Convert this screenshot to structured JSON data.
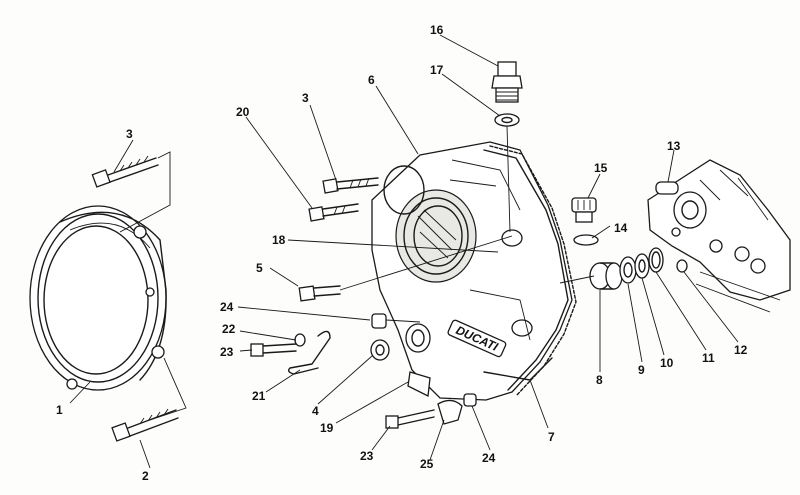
{
  "diagram": {
    "callouts": [
      {
        "id": "c1",
        "text": "1"
      },
      {
        "id": "c2",
        "text": "2"
      },
      {
        "id": "c3a",
        "text": "3"
      },
      {
        "id": "c3b",
        "text": "3"
      },
      {
        "id": "c4",
        "text": "4"
      },
      {
        "id": "c5",
        "text": "5"
      },
      {
        "id": "c6",
        "text": "6"
      },
      {
        "id": "c7",
        "text": "7"
      },
      {
        "id": "c8",
        "text": "8"
      },
      {
        "id": "c9",
        "text": "9"
      },
      {
        "id": "c10",
        "text": "10"
      },
      {
        "id": "c11",
        "text": "11"
      },
      {
        "id": "c12",
        "text": "12"
      },
      {
        "id": "c13",
        "text": "13"
      },
      {
        "id": "c14",
        "text": "14"
      },
      {
        "id": "c15",
        "text": "15"
      },
      {
        "id": "c16",
        "text": "16"
      },
      {
        "id": "c17",
        "text": "17"
      },
      {
        "id": "c18",
        "text": "18"
      },
      {
        "id": "c19",
        "text": "19"
      },
      {
        "id": "c20",
        "text": "20"
      },
      {
        "id": "c21",
        "text": "21"
      },
      {
        "id": "c22",
        "text": "22"
      },
      {
        "id": "c23a",
        "text": "23"
      },
      {
        "id": "c23b",
        "text": "23"
      },
      {
        "id": "c24a",
        "text": "24"
      },
      {
        "id": "c24b",
        "text": "24"
      },
      {
        "id": "c25",
        "text": "25"
      }
    ],
    "cover_logo_text": "DUCATI"
  }
}
